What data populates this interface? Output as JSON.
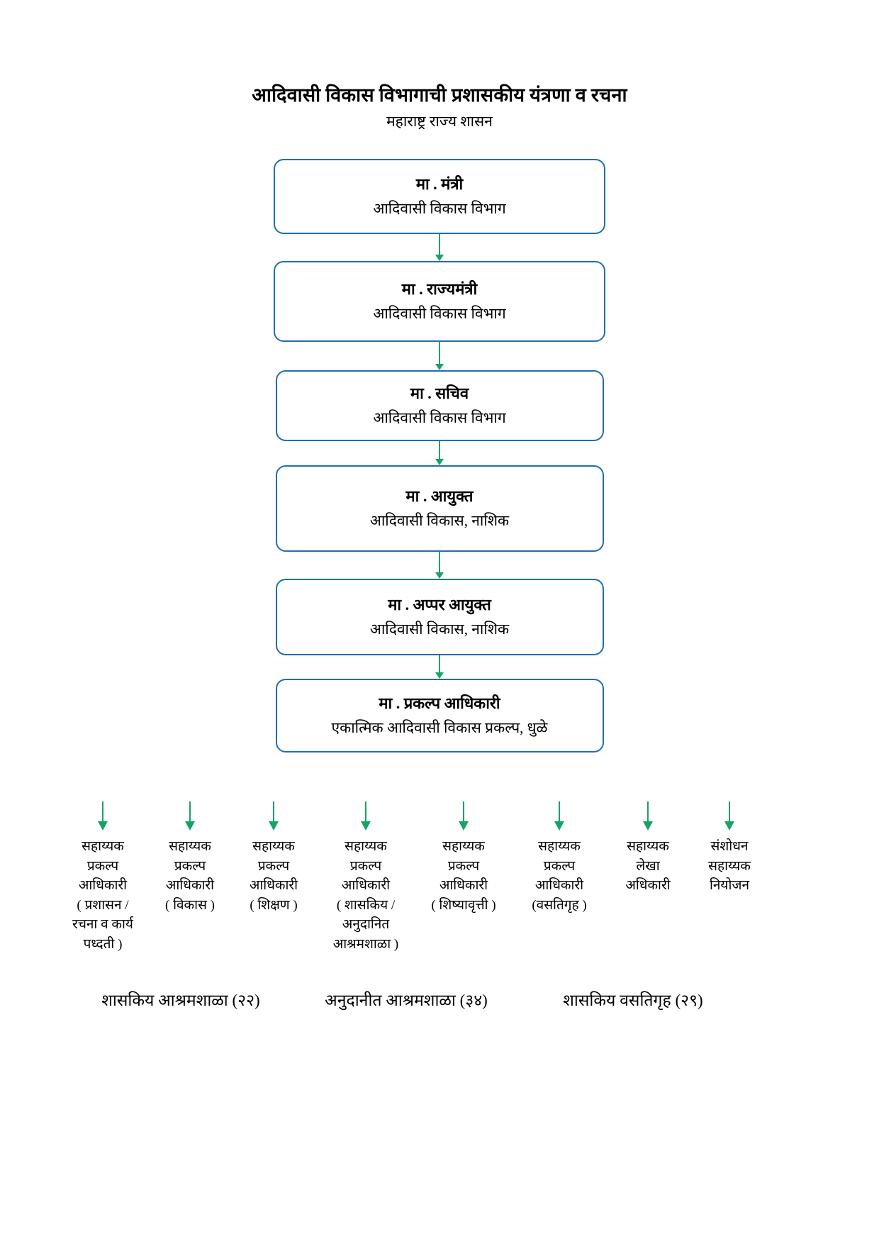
{
  "header": {
    "title": "आदिवासी विकास विभागाची प्रशासकीय यंत्रणा व रचना",
    "subtitle": "महाराष्ट्र राज्य शासन"
  },
  "colors": {
    "box_border": "#1F6EB5",
    "arrow": "#16A366",
    "text": "#000000",
    "background": "#FFFFFF"
  },
  "chain": [
    {
      "role": "मा . मंत्री",
      "dept": "आदिवासी विकास विभाग"
    },
    {
      "role": "मा . राज्यमंत्री",
      "dept": "आदिवासी विकास विभाग"
    },
    {
      "role": "मा . सचिव",
      "dept": "आदिवासी विकास विभाग"
    },
    {
      "role": "मा . आयुक्त",
      "dept": "आदिवासी विकास,  नाशिक"
    },
    {
      "role": "मा . अप्पर आयुक्त",
      "dept": "आदिवासी विकास,  नाशिक"
    },
    {
      "role": "मा . प्रकल्प आधिकारी",
      "dept": "एकात्मिक आदिवासी विकास प्रकल्प, धुळे"
    }
  ],
  "leaf_officers": [
    {
      "label": "सहाय्यक\nप्रकल्प\nआधिकारी\n( प्रशासन /\nरचना व कार्य\nपध्दती )"
    },
    {
      "label": "सहाय्यक\nप्रकल्प\nआधिकारी\n( विकास )"
    },
    {
      "label": "सहाय्यक\nप्रकल्प\nआधिकारी\n( शिक्षण )"
    },
    {
      "label": "सहाय्यक\nप्रकल्प\nआधिकारी\n( शासकिय /\nअनुदानित\nआश्रमशाळा )"
    },
    {
      "label": "सहाय्यक\nप्रकल्प\nआधिकारी\n( शिष्यावृत्ती )"
    },
    {
      "label": "सहाय्यक\nप्रकल्प\nआधिकारी\n(वसतिगृह )"
    },
    {
      "label": "सहाय्यक\nलेखा\nअधिकारी"
    },
    {
      "label": "संशोधन\nसहाय्यक\nनियोजन"
    }
  ],
  "footer": [
    {
      "text": "शासकिय आश्रमशाळा (२२)"
    },
    {
      "text": "अनुदानीत आश्रमशाळा (३४)"
    },
    {
      "text": "शासकिय वसतिगृह (२९)"
    }
  ]
}
